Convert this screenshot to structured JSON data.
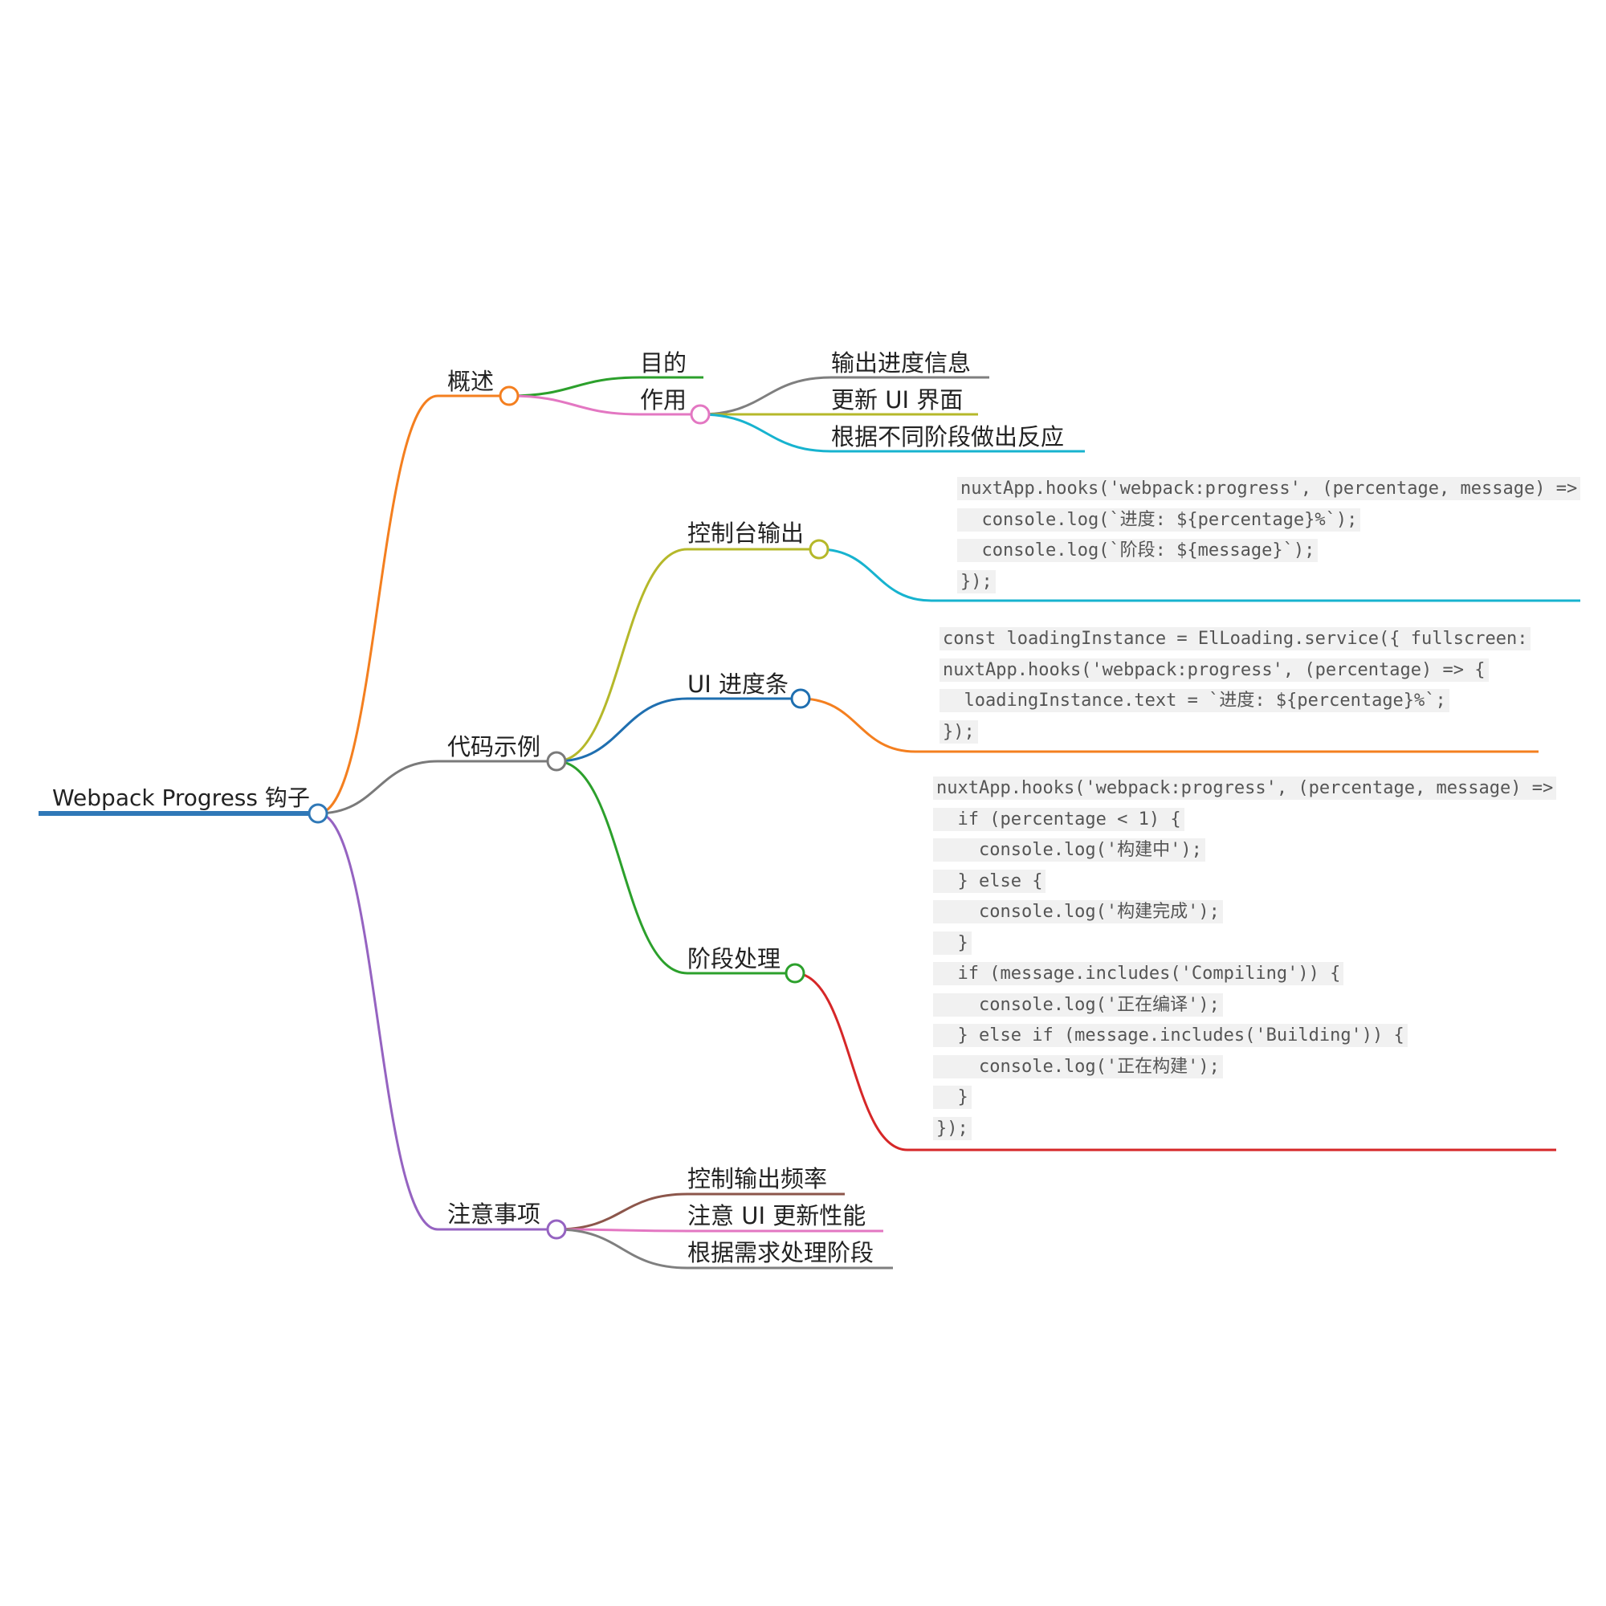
{
  "colors": {
    "root": "#2f78b7",
    "overview": "#f47f1f",
    "code_examples": "#7a7a7a",
    "notes": "#9563c1",
    "purpose": "#2ca02c",
    "effect": "#e377c2",
    "console_output": "#b5b82a",
    "ui_progress": "#1f6fb0",
    "stage_handling": "#2ca02c",
    "code1": "#17b3cf",
    "code2": "#f47f1f",
    "code3": "#d62728",
    "effect_item1": "#7f7f7f",
    "effect_item2": "#b5b82a",
    "effect_item3": "#17b3cf",
    "note_item1": "#8c564b",
    "note_item2": "#e377c2",
    "note_item3": "#7f7f7f",
    "code_bg": "#f1f1f1"
  },
  "root": {
    "label": "Webpack Progress 钩子"
  },
  "overview": {
    "label": "概述",
    "purpose": {
      "label": "目的"
    },
    "effect": {
      "label": "作用",
      "items": [
        "输出进度信息",
        "更新 UI 界面",
        "根据不同阶段做出反应"
      ]
    }
  },
  "code_examples": {
    "label": "代码示例",
    "console_output": {
      "label": "控制台输出",
      "code": [
        "nuxtApp.hooks('webpack:progress', (percentage, message) =>",
        "  console.log(`进度: ${percentage}%`);",
        "  console.log(`阶段: ${message}`);",
        "});"
      ]
    },
    "ui_progress": {
      "label": "UI 进度条",
      "code": [
        "const loadingInstance = ElLoading.service({ fullscreen:",
        "nuxtApp.hooks('webpack:progress', (percentage) => {",
        "  loadingInstance.text = `进度: ${percentage}%`;",
        "});"
      ]
    },
    "stage_handling": {
      "label": "阶段处理",
      "code": [
        "nuxtApp.hooks('webpack:progress', (percentage, message) =>",
        "  if (percentage < 1) {",
        "    console.log('构建中');",
        "  } else {",
        "    console.log('构建完成');",
        "  }",
        "  if (message.includes('Compiling')) {",
        "    console.log('正在编译');",
        "  } else if (message.includes('Building')) {",
        "    console.log('正在构建');",
        "  }",
        "});"
      ]
    }
  },
  "notes": {
    "label": "注意事项",
    "items": [
      "控制输出频率",
      "注意 UI 更新性能",
      "根据需求处理阶段"
    ]
  }
}
